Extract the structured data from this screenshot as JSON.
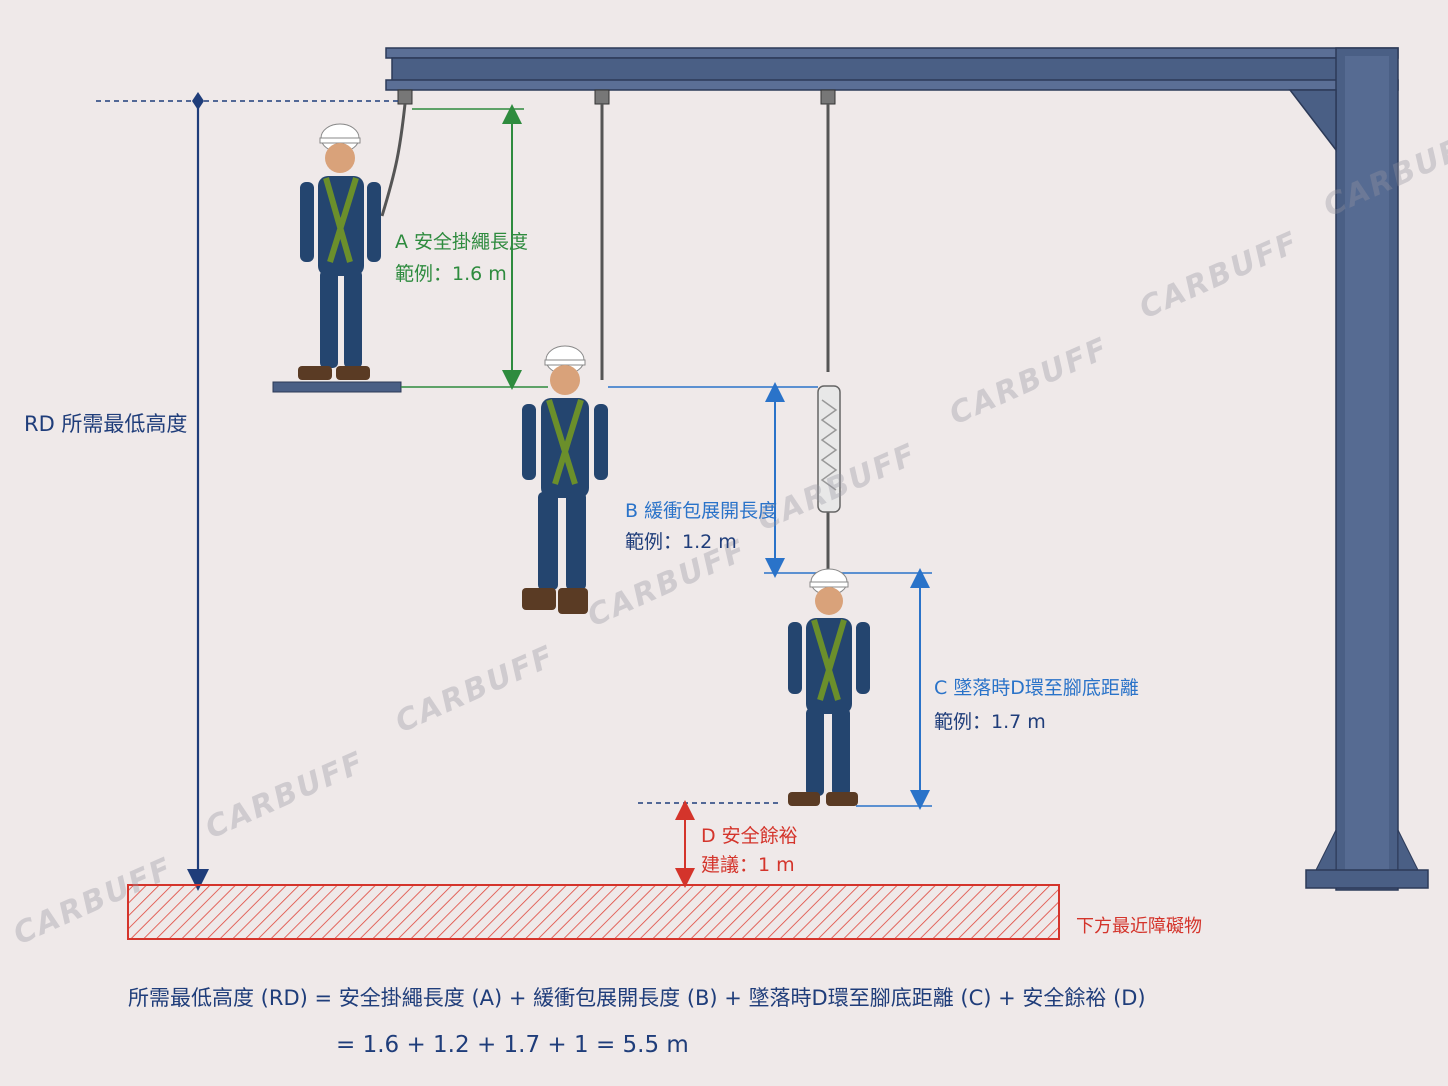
{
  "labels": {
    "rd": "RD 所需最低高度",
    "a_title": "A 安全掛繩長度",
    "a_value": "範例：1.6 m",
    "b_title": "B 緩衝包展開長度",
    "b_value": "範例：1.2 m",
    "c_title": "C 墜落時D環至腳底距離",
    "c_value": "範例：1.7 m",
    "d_title": "D 安全餘裕",
    "d_value": "建議：1 m",
    "obstacle": "下方最近障礙物"
  },
  "formula": {
    "line1": "所需最低高度 (RD) = 安全掛繩長度 (A) + 緩衝包展開長度 (B) + 墜落時D環至腳底距離 (C) + 安全餘裕 (D)",
    "line2": "= 1.6 + 1.2 + 1.7 + 1 = 5.5 m"
  },
  "watermark": "CARBUFF",
  "colors": {
    "navy": "#1f3d7a",
    "green": "#2e8b3e",
    "blue": "#2a73c9",
    "red": "#d4342b",
    "beam": "#4a5f85"
  }
}
